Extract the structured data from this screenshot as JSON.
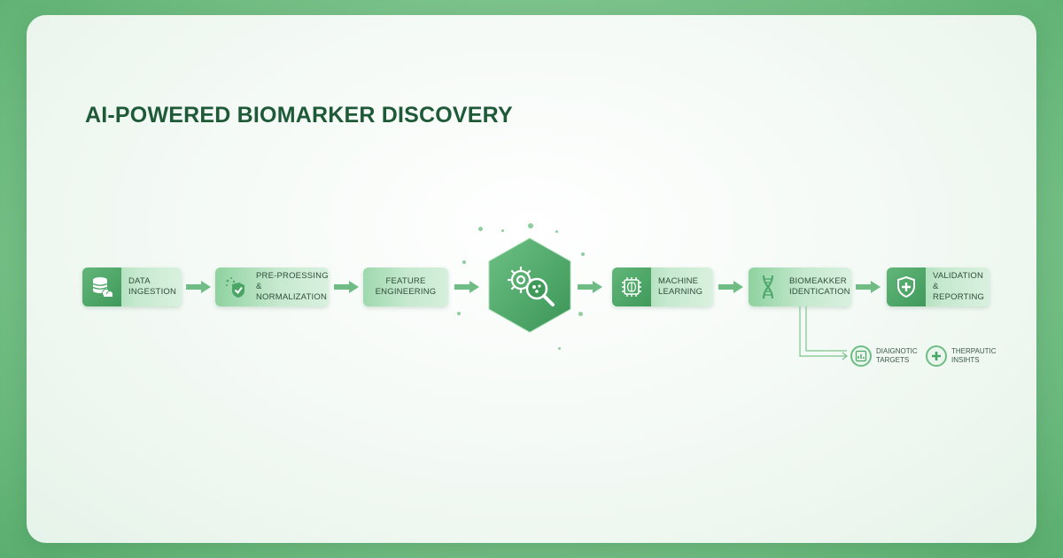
{
  "title": "AI-POWERED BIOMARKER DISCOVERY",
  "steps": [
    {
      "label": "DATA\nINGESTION",
      "icon": "database-cloud-icon"
    },
    {
      "label": "PRE-PROESSING &\nNORMALIZATION",
      "icon": "shield-check-sparkle-icon"
    },
    {
      "label": "FEATURE\nENGINEERING",
      "icon": "none"
    },
    {
      "label": "MACHINE\nLEARNING",
      "icon": "brain-chip-icon"
    },
    {
      "label": "BIOMEAKKER\nIDENTICATION",
      "icon": "dna-icon"
    },
    {
      "label": "VALIDATION\n& REPORTING",
      "icon": "shield-plus-icon"
    }
  ],
  "center_node": {
    "icon": "gear-search-icon"
  },
  "outcomes": [
    {
      "label": "DIAIGNOTIC\nTARGETS",
      "icon": "chart-check-icon"
    },
    {
      "label": "THERPAUTIC\nINSIHTS",
      "icon": "medical-cross-icon"
    }
  ],
  "colors": {
    "accent": "#4aa566",
    "accent_light": "#c6e9cf",
    "title": "#1f5a38",
    "background": "#7cc48c"
  }
}
